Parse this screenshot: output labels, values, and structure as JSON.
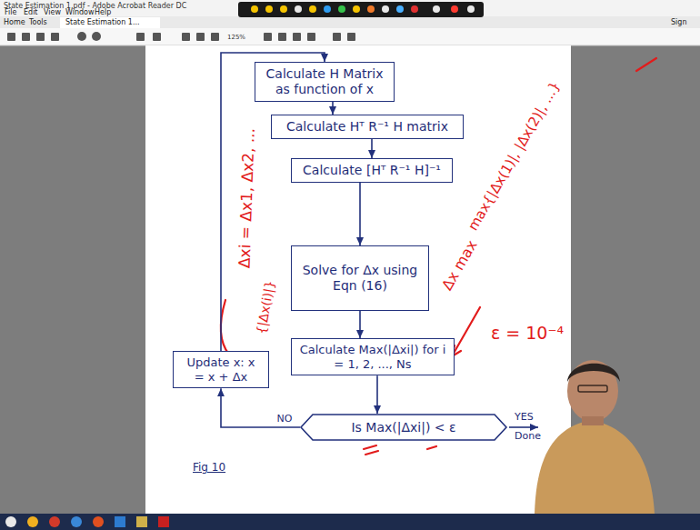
{
  "diagram": {
    "nodes": [
      {
        "text": [
          "Calculate H Matrix as function of x"
        ]
      },
      {
        "text": [
          "Calculate Hᵀ R⁻¹ H matrix"
        ]
      },
      {
        "text": [
          "Calculate [Hᵀ R⁻¹ H]⁻¹"
        ]
      },
      {
        "text": [
          "Solve for Δx using Eqn (16)"
        ]
      },
      {
        "text": [
          "Calculate Max(|Δxi|) for i = 1, 2, ..., Ns"
        ]
      },
      {
        "text": [
          "Is Max(|Δxi|) < ε"
        ]
      },
      {
        "text": [
          "Update x: x = x + Δx"
        ]
      }
    ],
    "edges": [
      {
        "from": 0,
        "to": 1,
        "arrow": "to"
      },
      {
        "from": 1,
        "to": 2,
        "arrow": "to"
      },
      {
        "from": 2,
        "to": 3,
        "arrow": "to"
      },
      {
        "from": 3,
        "to": 4,
        "arrow": "to"
      },
      {
        "from": 4,
        "to": 5,
        "arrow": "to"
      },
      {
        "from": 5,
        "to": 6,
        "label": "NO",
        "arrow": "to"
      },
      {
        "from": 6,
        "to": 0,
        "arrow": "to"
      }
    ],
    "labels": [
      "State Estimation 1.pdf - Adobe Acrobat Reader DC",
      "File",
      "Edit",
      "View",
      "Window",
      "Help",
      "Home",
      "Tools",
      "State Estimation 1...",
      "Sign",
      "125%",
      "YES",
      "Done",
      "Fig 10",
      "Δxi = Δx1, Δx2, ...",
      "{|Δx(i)|}",
      "max{|Δx(1)|, |Δx(2)|, ...}",
      "Δx max",
      "ε = 10⁻⁴"
    ]
  }
}
